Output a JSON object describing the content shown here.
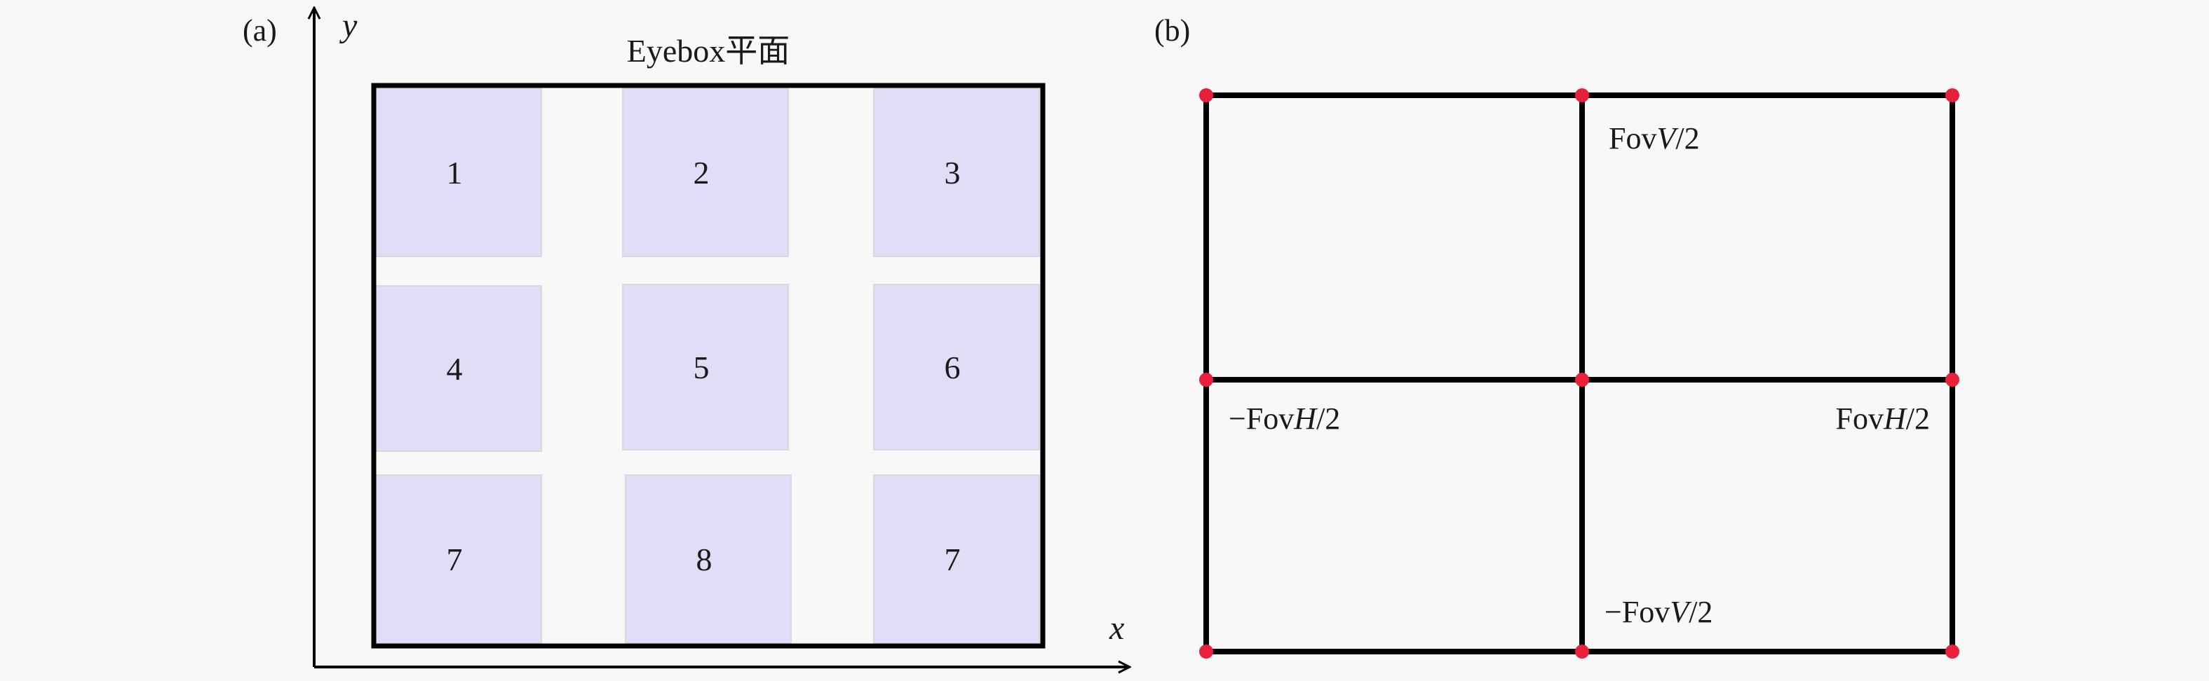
{
  "panel_a": {
    "label": "(a)",
    "y_axis_label": "y",
    "x_axis_label": "x",
    "title": "Eyebox平面",
    "cells": [
      "1",
      "2",
      "3",
      "4",
      "5",
      "6",
      "7",
      "8",
      "7"
    ],
    "cell_color": "#e0ddf7"
  },
  "panel_b": {
    "label": "(b)",
    "top_label": {
      "prefix": "Fov",
      "var": "V",
      "suffix": "/2"
    },
    "bottom_label": {
      "prefix": "−Fov",
      "var": "V",
      "suffix": "/2"
    },
    "left_label": {
      "prefix": "−Fov",
      "var": "H",
      "suffix": "/2"
    },
    "right_label": {
      "prefix": "Fov",
      "var": "H",
      "suffix": "/2"
    },
    "point_color": "#e8203c"
  },
  "colors": {
    "line": "#000000",
    "background": "#f8f8f8"
  }
}
